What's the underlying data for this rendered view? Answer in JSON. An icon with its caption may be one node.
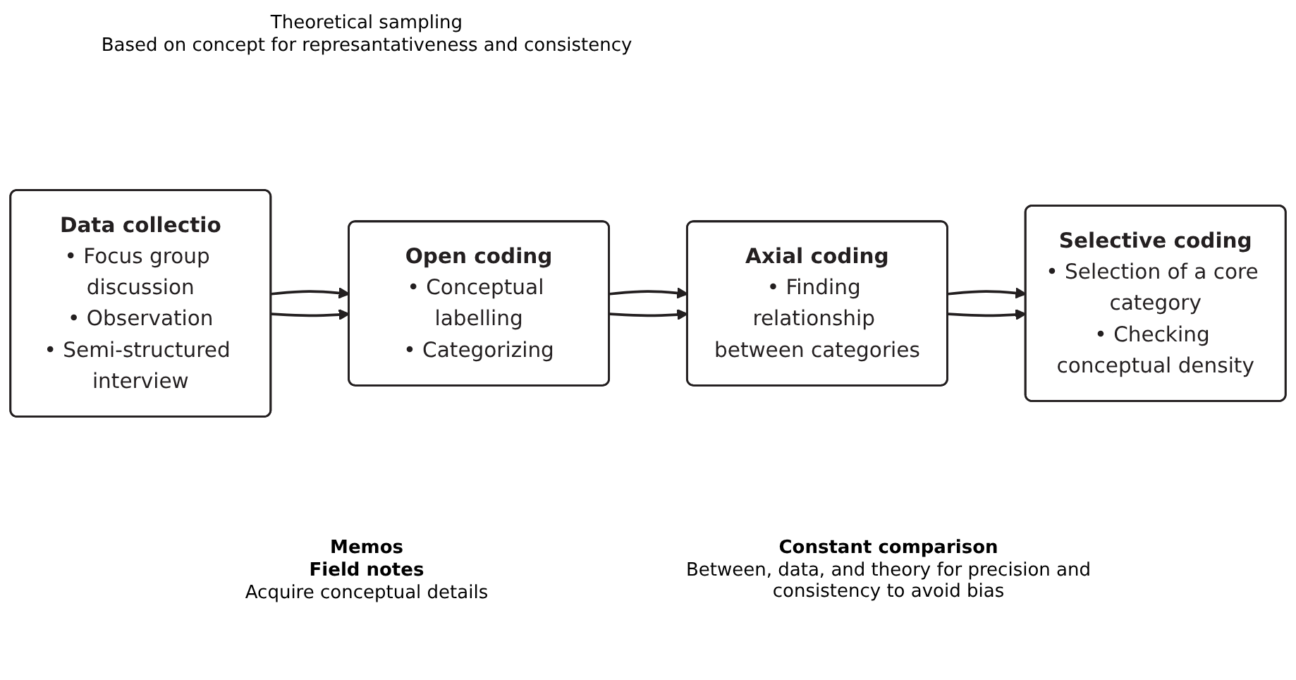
{
  "diagram": {
    "nodes": [
      {
        "text": [
          "Data collectio",
          "• Focus group discussion",
          "• Observation",
          "• Semi-structured interview"
        ]
      },
      {
        "text": [
          "Open coding",
          "• Conceptual labelling",
          "• Categorizing"
        ]
      },
      {
        "text": [
          "Axial coding",
          "• Finding relationship between categories"
        ]
      },
      {
        "text": [
          "Selective coding",
          "• Selection of a core category",
          "• Checking conceptual density"
        ]
      }
    ],
    "edges": [
      {
        "from": 0,
        "to": 1,
        "arrow": "to"
      },
      {
        "from": 1,
        "to": 2,
        "arrow": "to"
      },
      {
        "from": 2,
        "to": 3,
        "arrow": "to"
      },
      {
        "from": 0,
        "to": 1,
        "arrow": "to"
      },
      {
        "from": 1,
        "to": 2,
        "arrow": "to"
      },
      {
        "from": 2,
        "to": 3,
        "arrow": "to"
      }
    ],
    "labels": [
      "Theoretical sampling",
      "Based on concept for represantativeness and consistency",
      "Memos",
      "Field notes",
      "Acquire conceptual details",
      "Constant comparison",
      "Between, data, and theory for precision and consistency to avoid bias"
    ]
  }
}
